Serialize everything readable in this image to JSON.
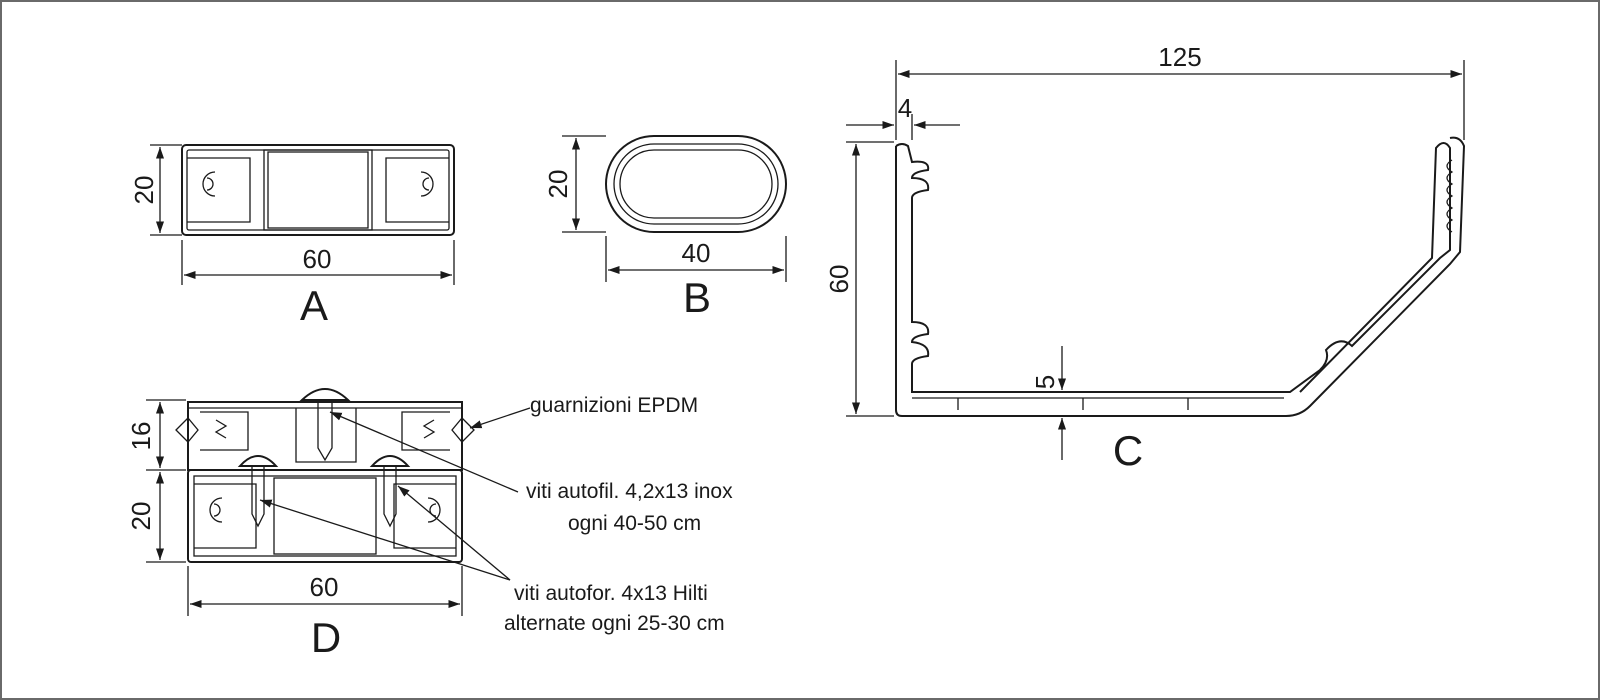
{
  "profiles": {
    "A": {
      "letter": "A",
      "height": "20",
      "width": "60"
    },
    "B": {
      "letter": "B",
      "height": "20",
      "width": "40"
    },
    "C": {
      "letter": "C",
      "width": "125",
      "thickness": "4",
      "height": "60",
      "base": "5"
    },
    "D": {
      "letter": "D",
      "height_top": "16",
      "height_bottom": "20",
      "width": "60"
    }
  },
  "notes": {
    "gaskets": "guarnizioni EPDM",
    "screws_1": "viti autofil. 4,2x13 inox",
    "screws_1_spacing": "ogni 40-50 cm",
    "screws_2": "viti autofor. 4x13  Hilti",
    "screws_2_spacing": "alternate ogni 25-30 cm"
  },
  "colors": {
    "line": "#1a1a1a",
    "frame": "#6a6a6a",
    "background": "#ffffff"
  }
}
